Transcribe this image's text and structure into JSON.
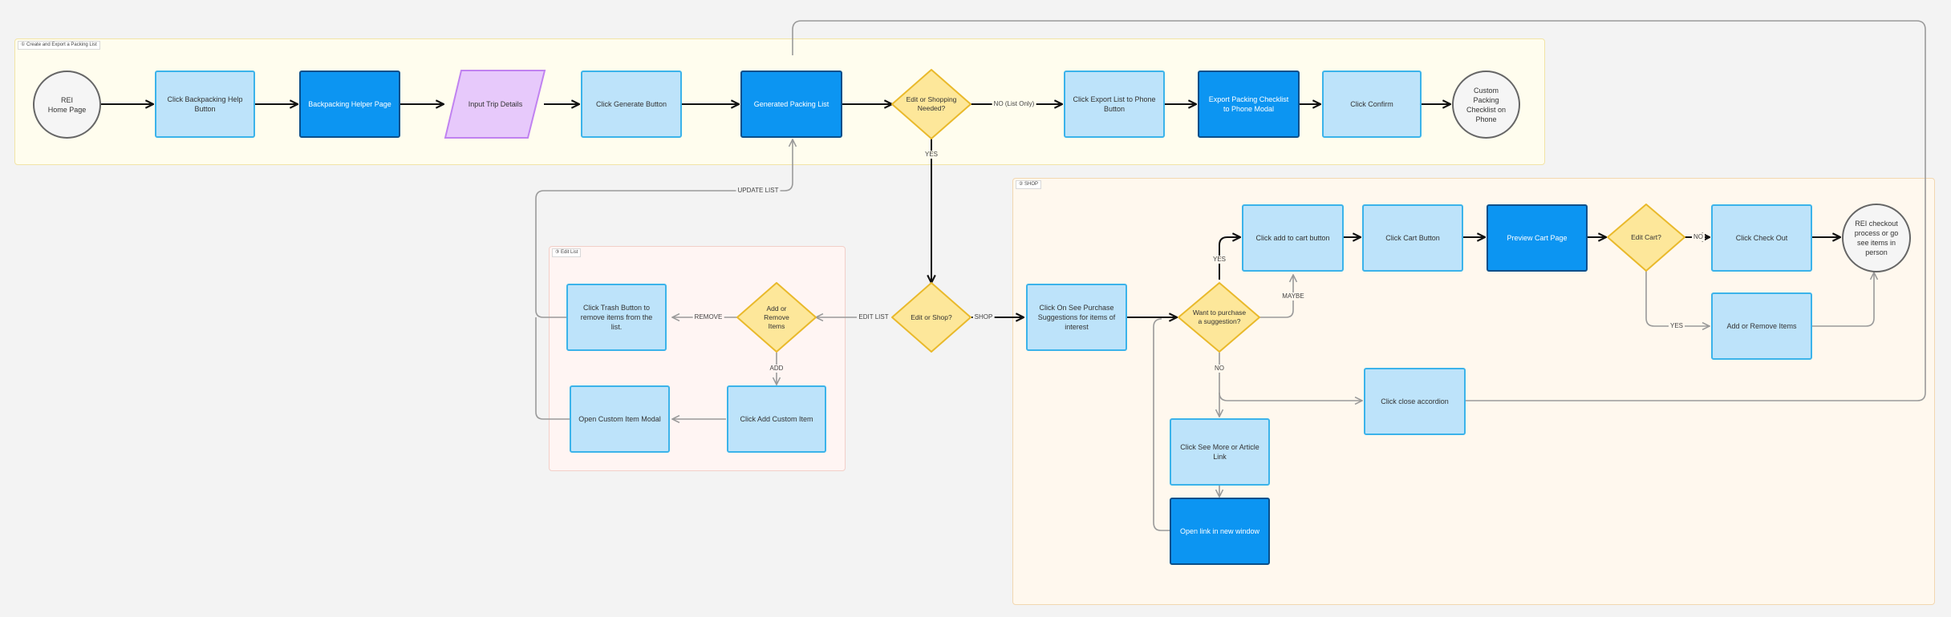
{
  "sections": {
    "create": "① Create and Export a Packing List",
    "shop": "② SHOP",
    "edit": "③ Edit List"
  },
  "nodes": {
    "rei_home": "REI\nHome Page",
    "click_helper": "Click Backpacking Help Button",
    "helper_page": "Backpacking Helper Page",
    "input_trip": "Input Trip Details",
    "click_generate": "Click Generate Button",
    "generated_list": "Generated Packing List",
    "edit_or_shopping": "Edit or Shopping Needed?",
    "click_export": "Click Export List to Phone Button",
    "export_modal": "Export Packing Checklist to Phone Modal",
    "click_confirm": "Click Confirm",
    "custom_checklist": "Custom Packing Checklist on Phone",
    "edit_or_shop": "Edit or Shop?",
    "add_or_remove_q": "Add or Remove Items",
    "click_trash": "Click Trash Button to remove items from the list.",
    "open_custom_modal": "Open Custom Item Modal",
    "click_add_custom": "Click Add Custom Item",
    "click_see_purchase": "Click On See Purchase Suggestions for items of interest",
    "want_purchase": "Want to purchase a suggestion?",
    "click_add_cart": "Click add to cart button",
    "click_cart": "Click Cart Button",
    "preview_cart": "Preview Cart Page",
    "edit_cart": "Edit Cart?",
    "click_checkout": "Click Check Out",
    "rei_checkout": "REI checkout process or go see items in person",
    "add_remove_items": "Add or Remove Items",
    "click_close_accordion": "Click close accordion",
    "click_see_more": "Click See More or Article Link",
    "open_link": "Open link in new window"
  },
  "edge_labels": {
    "no_list_only": "NO (List Only)",
    "yes_main": "YES",
    "update_list": "UPDATE LIST",
    "edit_list": "EDIT LIST",
    "shop": "SHOP",
    "remove": "REMOVE",
    "add": "ADD",
    "yes_purchase": "YES",
    "maybe": "MAYBE",
    "no_purchase": "NO",
    "no_cart": "NO",
    "yes_cart": "YES"
  },
  "colors": {
    "light_box": "#bde3fa",
    "dark_box": "#0c95f2",
    "decision": "#fde79a",
    "input": "#e7c9fb",
    "section_yellow": "#fffdee",
    "section_orange": "#fff8ee",
    "section_pink": "#fff5f3"
  }
}
